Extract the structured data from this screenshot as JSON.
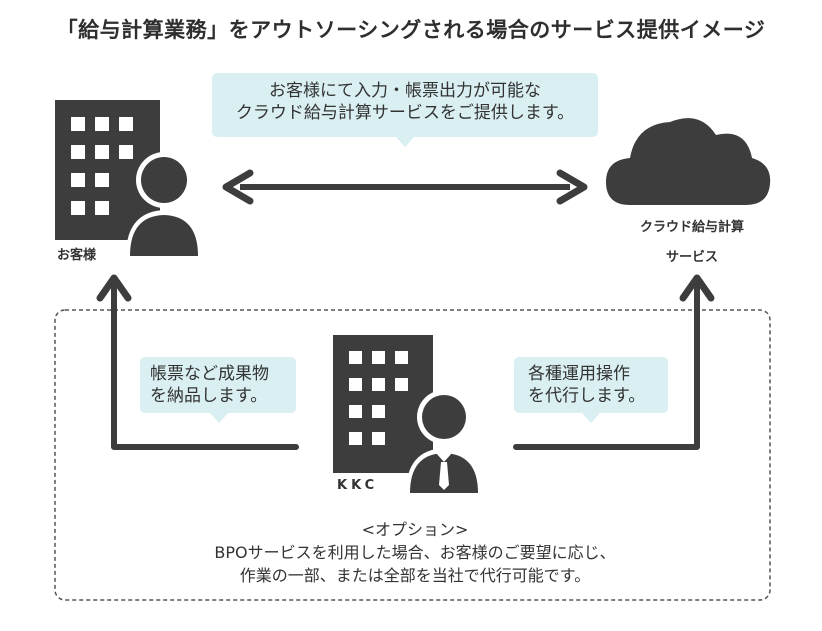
{
  "title": "「給与計算業務」をアウトソーシングされる場合のサービス提供イメージ",
  "top_bubble": {
    "line1": "お客様にて入力・帳票出力が可能な",
    "line2": "クラウド給与計算サービスをご提供します。"
  },
  "customer": {
    "label": "お客様"
  },
  "cloud": {
    "line1": "クラウド給与計算",
    "line2": "サービス"
  },
  "left_bubble": {
    "line1": "帳票など成果物",
    "line2": "を納品します。"
  },
  "right_bubble": {
    "line1": "各種運用操作",
    "line2": "を代行します。"
  },
  "kkc": {
    "label": "KKC"
  },
  "option": {
    "heading": "<オプション>",
    "line1": "BPOサービスを利用した場合、お客様のご要望に応じ、",
    "line2": "作業の一部、または全部を当社で代行可能です。"
  },
  "colors": {
    "icon": "#3d3d3d",
    "bubble": "#d9eff2",
    "text": "#333333"
  },
  "icons": [
    "building-icon",
    "person-icon",
    "cloud-icon",
    "double-arrow-icon",
    "up-arrow-icon"
  ]
}
